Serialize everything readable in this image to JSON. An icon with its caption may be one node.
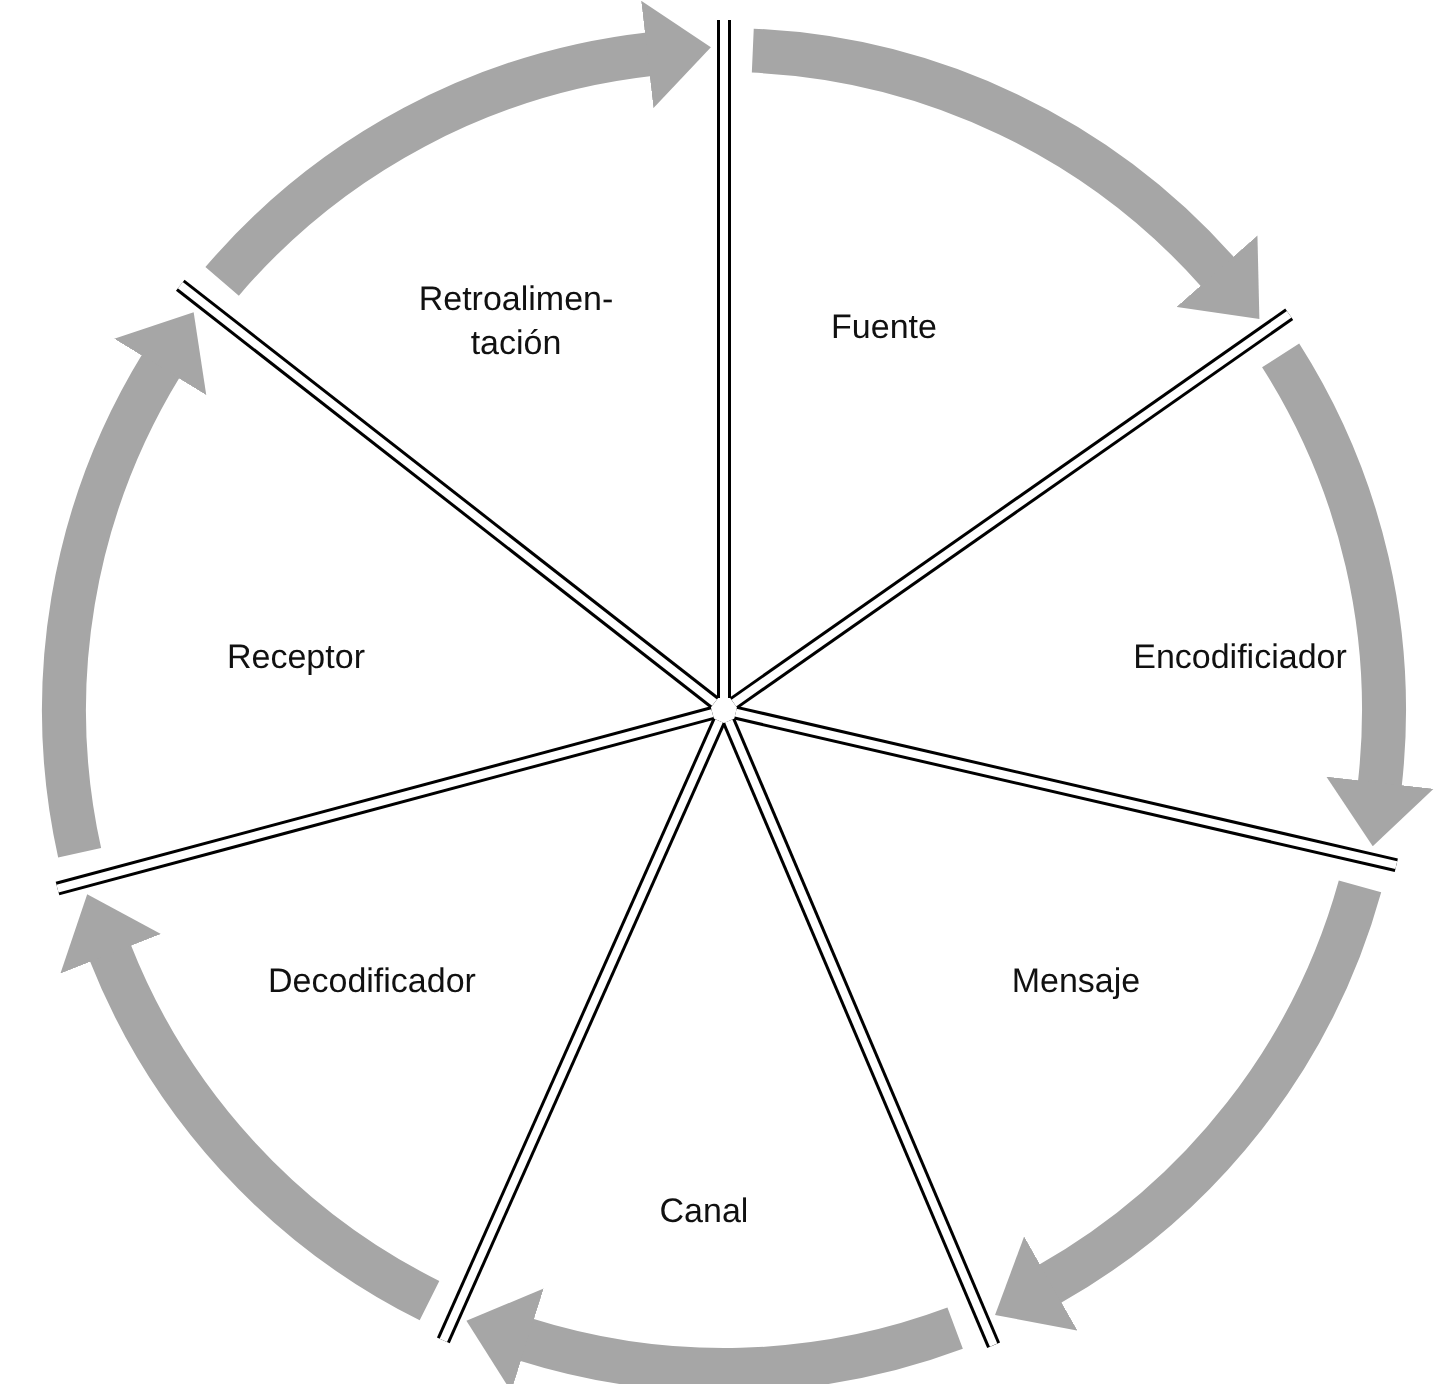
{
  "diagram": {
    "nodes": [
      {
        "text": [
          "Fuente"
        ]
      },
      {
        "text": [
          "Encodificiador"
        ]
      },
      {
        "text": [
          "Mensaje"
        ]
      },
      {
        "text": [
          "Canal"
        ]
      },
      {
        "text": [
          "Decodificador"
        ]
      },
      {
        "text": [
          "Receptor"
        ]
      },
      {
        "text": [
          "Retroalimen- tación"
        ]
      }
    ]
  }
}
